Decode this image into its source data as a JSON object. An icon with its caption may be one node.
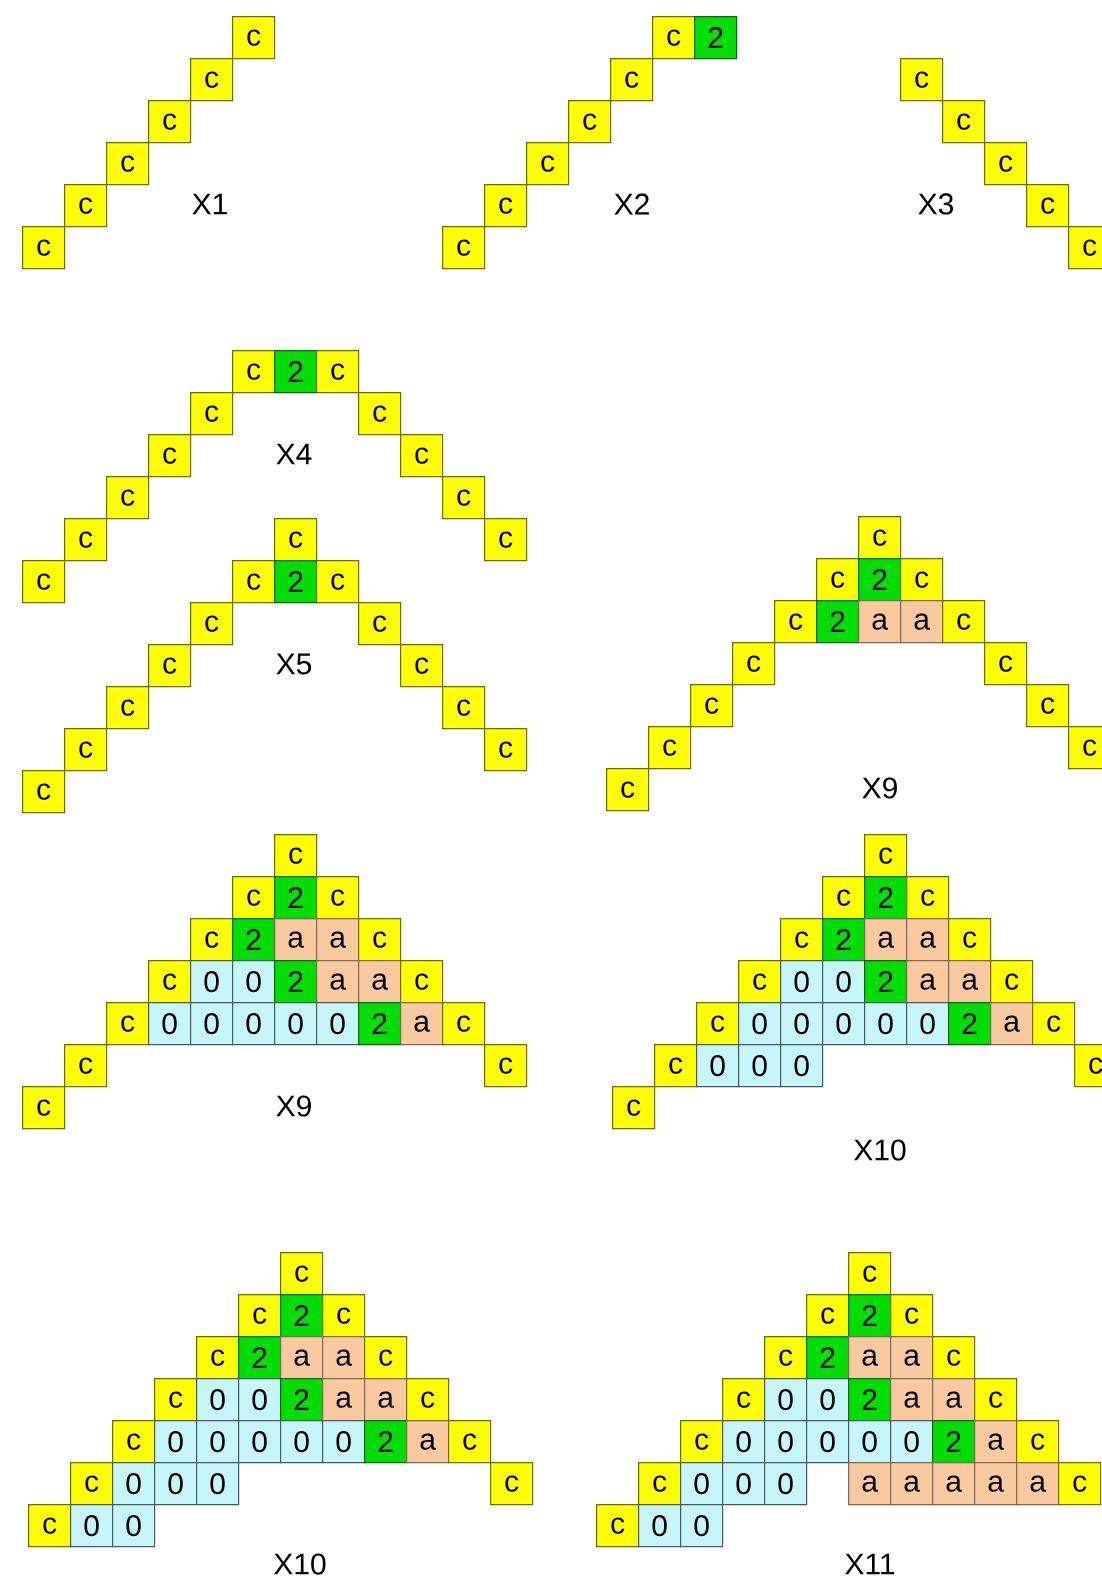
{
  "diagram": {
    "nodes": [
      {
        "text": [
          "c"
        ]
      },
      {
        "text": [
          "c"
        ]
      },
      {
        "text": [
          "c"
        ]
      },
      {
        "text": [
          "c"
        ]
      },
      {
        "text": [
          "c"
        ]
      },
      {
        "text": [
          "c"
        ]
      },
      {
        "text": [
          "c"
        ]
      },
      {
        "text": [
          "2"
        ]
      },
      {
        "text": [
          "c"
        ]
      },
      {
        "text": [
          "c"
        ]
      },
      {
        "text": [
          "c"
        ]
      },
      {
        "text": [
          "c"
        ]
      },
      {
        "text": [
          "c"
        ]
      },
      {
        "text": [
          "c"
        ]
      },
      {
        "text": [
          "c"
        ]
      },
      {
        "text": [
          "c"
        ]
      },
      {
        "text": [
          "c"
        ]
      },
      {
        "text": [
          "c"
        ]
      },
      {
        "text": [
          "c"
        ]
      },
      {
        "text": [
          "2"
        ]
      },
      {
        "text": [
          "c"
        ]
      },
      {
        "text": [
          "c"
        ]
      },
      {
        "text": [
          "c"
        ]
      },
      {
        "text": [
          "c"
        ]
      },
      {
        "text": [
          "c"
        ]
      },
      {
        "text": [
          "c"
        ]
      },
      {
        "text": [
          "c"
        ]
      },
      {
        "text": [
          "c"
        ]
      },
      {
        "text": [
          "c"
        ]
      },
      {
        "text": [
          "c"
        ]
      },
      {
        "text": [
          "c"
        ]
      },
      {
        "text": [
          "c"
        ]
      },
      {
        "text": [
          "2"
        ]
      },
      {
        "text": [
          "c"
        ]
      },
      {
        "text": [
          "c"
        ]
      },
      {
        "text": [
          "c"
        ]
      },
      {
        "text": [
          "c"
        ]
      },
      {
        "text": [
          "c"
        ]
      },
      {
        "text": [
          "c"
        ]
      },
      {
        "text": [
          "c"
        ]
      },
      {
        "text": [
          "c"
        ]
      },
      {
        "text": [
          "c"
        ]
      },
      {
        "text": [
          "c"
        ]
      },
      {
        "text": [
          "c"
        ]
      },
      {
        "text": [
          "c"
        ]
      },
      {
        "text": [
          "2"
        ]
      },
      {
        "text": [
          "c"
        ]
      },
      {
        "text": [
          "c"
        ]
      },
      {
        "text": [
          "2"
        ]
      },
      {
        "text": [
          "a"
        ]
      },
      {
        "text": [
          "a"
        ]
      },
      {
        "text": [
          "c"
        ]
      },
      {
        "text": [
          "c"
        ]
      },
      {
        "text": [
          "c"
        ]
      },
      {
        "text": [
          "c"
        ]
      },
      {
        "text": [
          "c"
        ]
      },
      {
        "text": [
          "c"
        ]
      },
      {
        "text": [
          "c"
        ]
      },
      {
        "text": [
          "c"
        ]
      },
      {
        "text": [
          "c"
        ]
      },
      {
        "text": [
          "c"
        ]
      },
      {
        "text": [
          "2"
        ]
      },
      {
        "text": [
          "c"
        ]
      },
      {
        "text": [
          "c"
        ]
      },
      {
        "text": [
          "2"
        ]
      },
      {
        "text": [
          "a"
        ]
      },
      {
        "text": [
          "a"
        ]
      },
      {
        "text": [
          "c"
        ]
      },
      {
        "text": [
          "c"
        ]
      },
      {
        "text": [
          "0"
        ]
      },
      {
        "text": [
          "0"
        ]
      },
      {
        "text": [
          "2"
        ]
      },
      {
        "text": [
          "a"
        ]
      },
      {
        "text": [
          "a"
        ]
      },
      {
        "text": [
          "c"
        ]
      },
      {
        "text": [
          "c"
        ]
      },
      {
        "text": [
          "0"
        ]
      },
      {
        "text": [
          "0"
        ]
      },
      {
        "text": [
          "0"
        ]
      },
      {
        "text": [
          "0"
        ]
      },
      {
        "text": [
          "0"
        ]
      },
      {
        "text": [
          "2"
        ]
      },
      {
        "text": [
          "a"
        ]
      },
      {
        "text": [
          "c"
        ]
      },
      {
        "text": [
          "c"
        ]
      },
      {
        "text": [
          "c"
        ]
      },
      {
        "text": [
          "c"
        ]
      },
      {
        "text": [
          "c"
        ]
      },
      {
        "text": [
          "c"
        ]
      },
      {
        "text": [
          "2"
        ]
      },
      {
        "text": [
          "c"
        ]
      },
      {
        "text": [
          "c"
        ]
      },
      {
        "text": [
          "2"
        ]
      },
      {
        "text": [
          "a"
        ]
      },
      {
        "text": [
          "a"
        ]
      },
      {
        "text": [
          "c"
        ]
      },
      {
        "text": [
          "c"
        ]
      },
      {
        "text": [
          "0"
        ]
      },
      {
        "text": [
          "0"
        ]
      },
      {
        "text": [
          "2"
        ]
      },
      {
        "text": [
          "a"
        ]
      },
      {
        "text": [
          "a"
        ]
      },
      {
        "text": [
          "c"
        ]
      },
      {
        "text": [
          "c"
        ]
      },
      {
        "text": [
          "0"
        ]
      },
      {
        "text": [
          "0"
        ]
      },
      {
        "text": [
          "0"
        ]
      },
      {
        "text": [
          "0"
        ]
      },
      {
        "text": [
          "0"
        ]
      },
      {
        "text": [
          "2"
        ]
      },
      {
        "text": [
          "a"
        ]
      },
      {
        "text": [
          "c"
        ]
      },
      {
        "text": [
          "c"
        ]
      },
      {
        "text": [
          "0"
        ]
      },
      {
        "text": [
          "0"
        ]
      },
      {
        "text": [
          "0"
        ]
      },
      {
        "text": [
          "c"
        ]
      },
      {
        "text": [
          "c"
        ]
      },
      {
        "text": [
          "c"
        ]
      },
      {
        "text": [
          "c"
        ]
      },
      {
        "text": [
          "2"
        ]
      },
      {
        "text": [
          "c"
        ]
      },
      {
        "text": [
          "c"
        ]
      },
      {
        "text": [
          "2"
        ]
      },
      {
        "text": [
          "a"
        ]
      },
      {
        "text": [
          "a"
        ]
      },
      {
        "text": [
          "c"
        ]
      },
      {
        "text": [
          "c"
        ]
      },
      {
        "text": [
          "0"
        ]
      },
      {
        "text": [
          "0"
        ]
      },
      {
        "text": [
          "2"
        ]
      },
      {
        "text": [
          "a"
        ]
      },
      {
        "text": [
          "a"
        ]
      },
      {
        "text": [
          "c"
        ]
      },
      {
        "text": [
          "c"
        ]
      },
      {
        "text": [
          "0"
        ]
      },
      {
        "text": [
          "0"
        ]
      },
      {
        "text": [
          "0"
        ]
      },
      {
        "text": [
          "0"
        ]
      },
      {
        "text": [
          "0"
        ]
      },
      {
        "text": [
          "2"
        ]
      },
      {
        "text": [
          "a"
        ]
      },
      {
        "text": [
          "c"
        ]
      },
      {
        "text": [
          "c"
        ]
      },
      {
        "text": [
          "0"
        ]
      },
      {
        "text": [
          "0"
        ]
      },
      {
        "text": [
          "0"
        ]
      },
      {
        "text": [
          "c"
        ]
      },
      {
        "text": [
          "c"
        ]
      },
      {
        "text": [
          "0"
        ]
      },
      {
        "text": [
          "0"
        ]
      },
      {
        "text": [
          "c"
        ]
      },
      {
        "text": [
          "c"
        ]
      },
      {
        "text": [
          "2"
        ]
      },
      {
        "text": [
          "c"
        ]
      },
      {
        "text": [
          "c"
        ]
      },
      {
        "text": [
          "2"
        ]
      },
      {
        "text": [
          "a"
        ]
      },
      {
        "text": [
          "a"
        ]
      },
      {
        "text": [
          "c"
        ]
      },
      {
        "text": [
          "c"
        ]
      },
      {
        "text": [
          "0"
        ]
      },
      {
        "text": [
          "0"
        ]
      },
      {
        "text": [
          "2"
        ]
      },
      {
        "text": [
          "a"
        ]
      },
      {
        "text": [
          "a"
        ]
      },
      {
        "text": [
          "c"
        ]
      },
      {
        "text": [
          "c"
        ]
      },
      {
        "text": [
          "0"
        ]
      },
      {
        "text": [
          "0"
        ]
      },
      {
        "text": [
          "0"
        ]
      },
      {
        "text": [
          "0"
        ]
      },
      {
        "text": [
          "0"
        ]
      },
      {
        "text": [
          "2"
        ]
      },
      {
        "text": [
          "a"
        ]
      },
      {
        "text": [
          "c"
        ]
      },
      {
        "text": [
          "c"
        ]
      },
      {
        "text": [
          "0"
        ]
      },
      {
        "text": [
          "0"
        ]
      },
      {
        "text": [
          "0"
        ]
      },
      {
        "text": [
          "a"
        ]
      },
      {
        "text": [
          "a"
        ]
      },
      {
        "text": [
          "a"
        ]
      },
      {
        "text": [
          "a"
        ]
      },
      {
        "text": [
          "a"
        ]
      },
      {
        "text": [
          "c"
        ]
      },
      {
        "text": [
          "c"
        ]
      },
      {
        "text": [
          "0"
        ]
      },
      {
        "text": [
          "0"
        ]
      }
    ],
    "labels": [
      "X1",
      "X2",
      "X3",
      "X4",
      "X5",
      "X9",
      "X9",
      "X10",
      "X10",
      "X11"
    ]
  }
}
